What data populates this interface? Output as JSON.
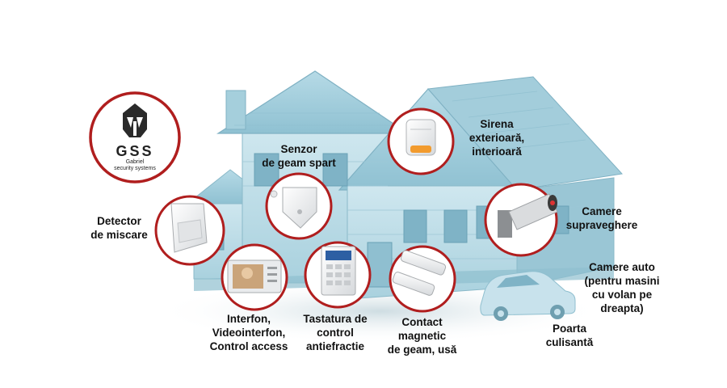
{
  "logo": {
    "brand": "GSS",
    "line1": "Gabriel",
    "line2": "security systems"
  },
  "labels": {
    "sirena": [
      "Sirena",
      "exterioară,",
      "interioară"
    ],
    "senzor": [
      "Senzor",
      "de geam spart"
    ],
    "camere_supraveghere": [
      "Camere",
      "supraveghere"
    ],
    "detector": [
      "Detector",
      "de miscare"
    ],
    "camere_auto": [
      "Camere auto",
      "(pentru masini",
      "cu volan pe",
      "dreapta)"
    ],
    "poarta": [
      "Poarta",
      "culisantă"
    ],
    "interfon": [
      "Interfon,",
      "Videointerfon,",
      "Control access"
    ],
    "tastatura": [
      "Tastatura de",
      "control",
      "antiefractie"
    ],
    "contact": [
      "Contact",
      "magnetic",
      "de geam, usă"
    ]
  },
  "colors": {
    "house_wall": "#b9dbe6",
    "house_roof": "#9cc8d8",
    "house_shadow": "#7fb1c3",
    "ring_red": "#b01e1e",
    "text": "#111111"
  },
  "icons": {
    "logo": "helmet-logo-icon",
    "siren": "siren-icon",
    "glass_sensor": "glass-break-sensor-icon",
    "camera": "cctv-camera-icon",
    "motion": "motion-detector-icon",
    "intercom": "video-intercom-icon",
    "keypad": "alarm-keypad-icon",
    "contact": "magnetic-contact-icon",
    "car": "car-icon"
  }
}
